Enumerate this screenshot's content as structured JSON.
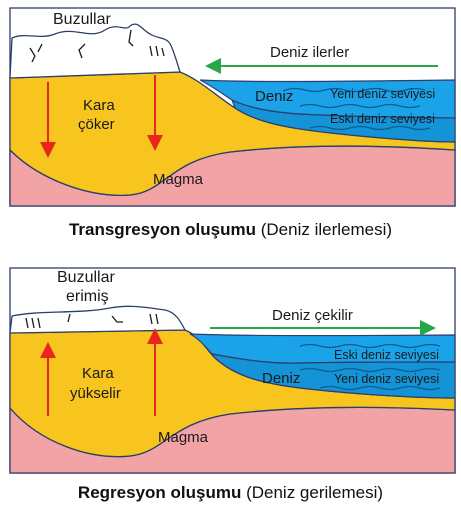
{
  "transgression": {
    "glacier_label": "Buzullar",
    "sea_direction_label": "Deniz ilerler",
    "land_label_line1": "Kara",
    "land_label_line2": "çöker",
    "sea_label": "Deniz",
    "new_sea_level_label": "Yeni deniz seviyesi",
    "old_sea_level_label": "Eski deniz seviyesi",
    "magma_label": "Magma",
    "caption_bold": "Transgresyon oluşumu",
    "caption_normal": "(Deniz ilerlemesi)"
  },
  "regression": {
    "glacier_label_line1": "Buzullar",
    "glacier_label_line2": "erimiş",
    "sea_direction_label": "Deniz çekilir",
    "land_label_line1": "Kara",
    "land_label_line2": "yükselir",
    "sea_label": "Deniz",
    "old_sea_level_label": "Eski deniz seviyesi",
    "new_sea_level_label": "Yeni deniz seviyesi",
    "magma_label": "Magma",
    "caption_bold": "Regresyon oluşumu",
    "caption_normal": "(Deniz gerilemesi)"
  },
  "colors": {
    "land": "#f7c51e",
    "magma": "#f2a3a6",
    "sea": "#1aa3e8",
    "glacier": "#ffffff",
    "arrow_land": "#e8261c",
    "arrow_sea": "#2aa64a",
    "outline": "#2c3e6b"
  }
}
